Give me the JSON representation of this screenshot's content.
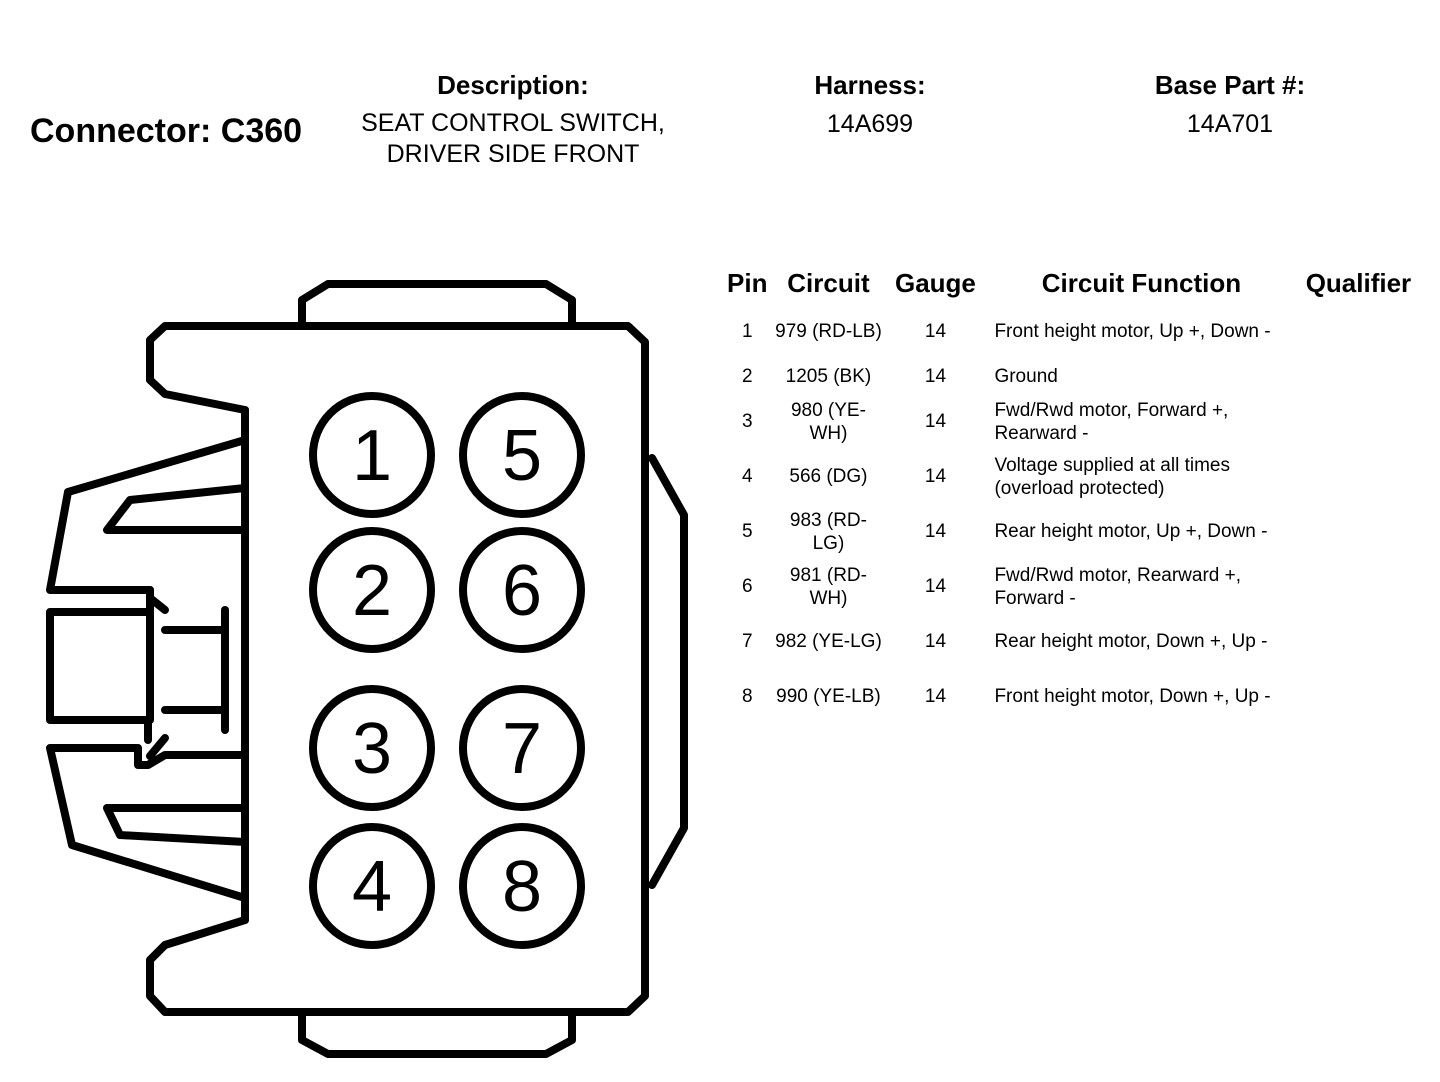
{
  "header": {
    "connector_label": "Connector: C360",
    "description_label": "Description:",
    "description_value": "SEAT CONTROL SWITCH, DRIVER SIDE FRONT",
    "harness_label": "Harness:",
    "harness_value": "14A699",
    "base_part_label": "Base Part #:",
    "base_part_value": "14A701"
  },
  "connector": {
    "pins": [
      "1",
      "5",
      "2",
      "6",
      "3",
      "7",
      "4",
      "8"
    ]
  },
  "table": {
    "columns": [
      "Pin",
      "Circuit",
      "Gauge",
      "Circuit Function",
      "Qualifier"
    ],
    "rows": [
      {
        "pin": "1",
        "circuit": "979 (RD-LB)",
        "gauge": "14",
        "function": "Front height motor, Up +, Down -",
        "qualifier": ""
      },
      {
        "pin": "2",
        "circuit": "1205 (BK)",
        "gauge": "14",
        "function": "Ground",
        "qualifier": ""
      },
      {
        "pin": "3",
        "circuit": "980 (YE-WH)",
        "gauge": "14",
        "function": "Fwd/Rwd motor, Forward +, Rearward -",
        "qualifier": ""
      },
      {
        "pin": "4",
        "circuit": "566 (DG)",
        "gauge": "14",
        "function": "Voltage supplied at all times (overload protected)",
        "qualifier": ""
      },
      {
        "pin": "5",
        "circuit": "983 (RD-LG)",
        "gauge": "14",
        "function": "Rear height motor, Up +, Down -",
        "qualifier": ""
      },
      {
        "pin": "6",
        "circuit": "981 (RD-WH)",
        "gauge": "14",
        "function": "Fwd/Rwd motor, Rearward +, Forward -",
        "qualifier": ""
      },
      {
        "pin": "7",
        "circuit": "982 (YE-LG)",
        "gauge": "14",
        "function": "Rear height motor, Down +, Up -",
        "qualifier": ""
      },
      {
        "pin": "8",
        "circuit": "990 (YE-LB)",
        "gauge": "14",
        "function": "Front height motor, Down +, Up -",
        "qualifier": ""
      }
    ]
  }
}
